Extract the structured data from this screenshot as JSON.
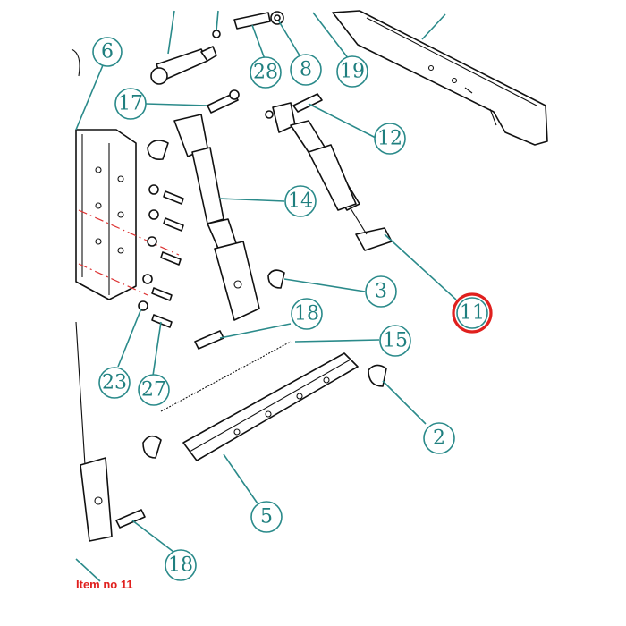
{
  "diagram": {
    "callouts": [
      {
        "id": "c6",
        "label": "6"
      },
      {
        "id": "c17",
        "label": "17"
      },
      {
        "id": "c28",
        "label": "28"
      },
      {
        "id": "c8",
        "label": "8"
      },
      {
        "id": "c19",
        "label": "19"
      },
      {
        "id": "c12",
        "label": "12"
      },
      {
        "id": "c14",
        "label": "14"
      },
      {
        "id": "c3",
        "label": "3"
      },
      {
        "id": "c11",
        "label": "11"
      },
      {
        "id": "c18a",
        "label": "18"
      },
      {
        "id": "c15",
        "label": "15"
      },
      {
        "id": "c23",
        "label": "23"
      },
      {
        "id": "c27",
        "label": "27"
      },
      {
        "id": "c2",
        "label": "2"
      },
      {
        "id": "c5",
        "label": "5"
      },
      {
        "id": "c18b",
        "label": "18"
      }
    ],
    "highlighted_callout": "11",
    "highlight_color": "#e0201e",
    "callout_color": "#1f7f7f"
  },
  "caption": "Item no 11"
}
